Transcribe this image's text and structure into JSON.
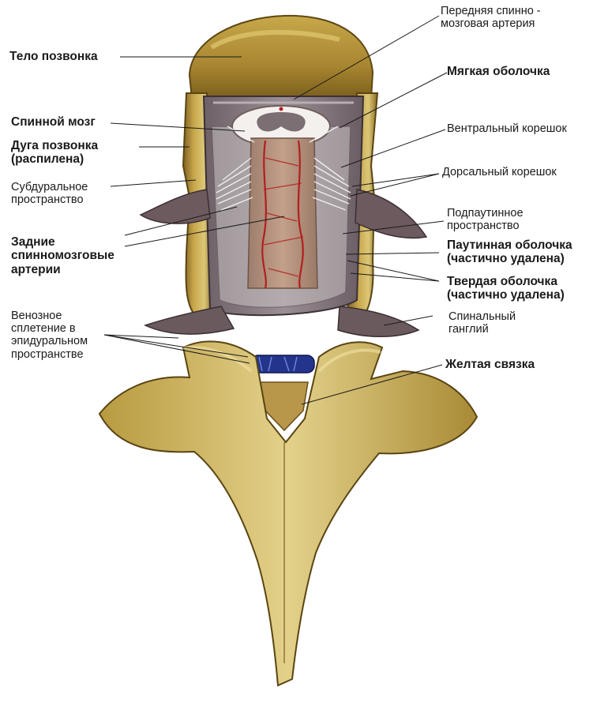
{
  "labels": {
    "telo_pozvonka": [
      "Тело позвонка"
    ],
    "spinnoy_mozg": [
      "Спинной мозг"
    ],
    "duga_pozvonka": [
      "Дуга позвонка",
      "(распилена)"
    ],
    "subduralnoe": [
      "Субдуральное",
      "пространство"
    ],
    "zadnie_arterii": [
      "Задние",
      "спинномозговые",
      "артерии"
    ],
    "venoznoe": [
      "Венозное",
      "сплетение в",
      "эпидуральном",
      "пространстве"
    ],
    "perednyaya_arteriya": [
      "Передняя спинно -",
      "мозговая артерия"
    ],
    "myagkaya": [
      "Мягкая оболочка"
    ],
    "ventralny": [
      "Вентральный корешок"
    ],
    "dorsalny": [
      "Дорсальный корешок"
    ],
    "podpautinnoe": [
      "Подпаутинное",
      "пространство"
    ],
    "pautinnaya": [
      "Паутинная оболочка",
      "(частично удалена)"
    ],
    "tverdaya": [
      "Твердая оболочка",
      "(частично удалена)"
    ],
    "spinalny_ganglii": [
      "Спинальный",
      "ганглий"
    ],
    "zheltaya": [
      "Желтая связка"
    ]
  },
  "colors": {
    "bone": "#cdb253",
    "bone_dark": "#8c6a1e",
    "bone_light": "#e6d383",
    "cord": "#b7917a",
    "artery": "#b21f1f",
    "vein": "#23348c",
    "dura": "#8a7f86",
    "root": "#f2f2f2"
  }
}
